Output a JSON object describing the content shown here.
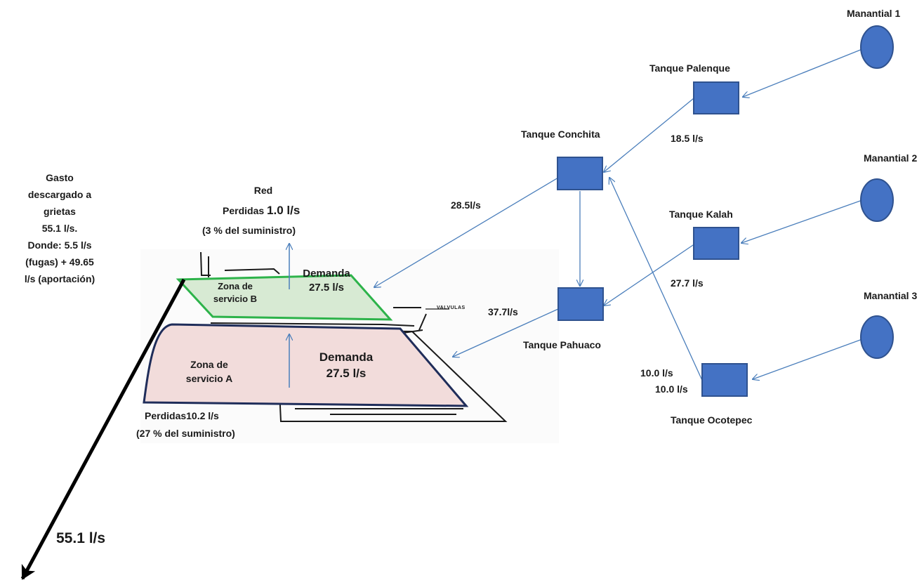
{
  "springs": [
    {
      "id": "m1",
      "label": "Manantial 1"
    },
    {
      "id": "m2",
      "label": "Manantial 2"
    },
    {
      "id": "m3",
      "label": "Manantial 3"
    }
  ],
  "tanks": {
    "palenque": "Tanque Palenque",
    "conchita": "Tanque Conchita",
    "kalah": "Tanque Kalah",
    "pahuaco": "Tanque Pahuaco",
    "ocotepec": "Tanque Ocotepec"
  },
  "flows": {
    "palenque_conchita": "18.5 l/s",
    "conchita_zone_b": "28.5l/s",
    "kalah_pahuaco": "27.7 l/s",
    "pahuaco_zone_a": "37.7l/s",
    "ocotepec_a": "10.0 l/s",
    "ocotepec_b": "10.0 l/s"
  },
  "zone_b": {
    "name_line1": "Zona de",
    "name_line2": "servicio B",
    "demand_label": "Demanda",
    "demand_value": "27.5 l/s",
    "red_title": "Red",
    "losses_prefix": "Perdidas ",
    "losses_value": "1.0 l/s",
    "losses_share": "(3 % del suministro)"
  },
  "zone_a": {
    "name_line1": "Zona de",
    "name_line2": "servicio A",
    "demand_label": "Demanda",
    "demand_value": "27.5 l/s",
    "losses_text": "Perdidas10.2 l/s",
    "losses_share": "(27 % del suministro)"
  },
  "valves_label": "VALVULAS",
  "discharge": {
    "lines": [
      "Gasto",
      "descargado a",
      "grietas",
      "55.1 l/s.",
      "Donde: 5.5 l/s",
      "(fugas) + 49.65",
      "l/s  (aportación)"
    ],
    "arrow_value": "55.1  l/s"
  },
  "colors": {
    "node_fill": "#4472c4",
    "node_stroke": "#2f528f",
    "link": "#4a7ebb",
    "zone_a_fill": "#f2dcdb",
    "zone_a_stroke": "#1f2d5a",
    "zone_b_fill": "#d7ead3",
    "zone_b_stroke": "#2db34a"
  }
}
